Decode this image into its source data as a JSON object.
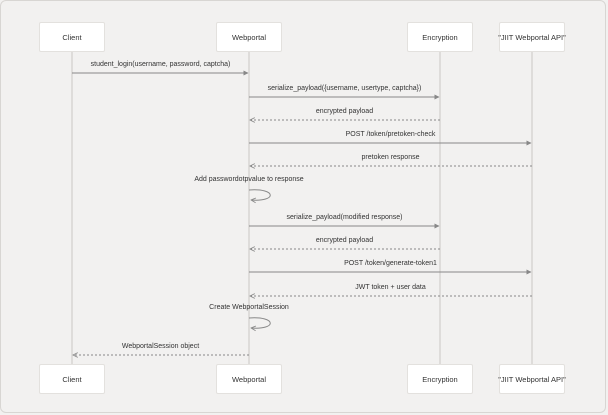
{
  "participants": [
    "Client",
    "Webportal",
    "Encryption",
    "\"JIIT Webportal API\""
  ],
  "colors": {
    "line": "#888888",
    "box_border": "#e3e1de",
    "background": "#f2f1f0",
    "text": "#333333"
  },
  "messages": [
    {
      "from": 0,
      "to": 1,
      "label": "student_login(username, password, captcha)",
      "style": "solid"
    },
    {
      "from": 1,
      "to": 2,
      "label": "serialize_payload({username, usertype, captcha})",
      "style": "solid"
    },
    {
      "from": 2,
      "to": 1,
      "label": "encrypted payload",
      "style": "dashed"
    },
    {
      "from": 1,
      "to": 3,
      "label": "POST /token/pretoken-check",
      "style": "solid"
    },
    {
      "from": 3,
      "to": 1,
      "label": "pretoken response",
      "style": "dashed"
    },
    {
      "from": 1,
      "to": 1,
      "label": "Add passwordotpvalue to response",
      "style": "self"
    },
    {
      "from": 1,
      "to": 2,
      "label": "serialize_payload(modified response)",
      "style": "solid"
    },
    {
      "from": 2,
      "to": 1,
      "label": "encrypted payload",
      "style": "dashed"
    },
    {
      "from": 1,
      "to": 3,
      "label": "POST /token/generate-token1",
      "style": "solid"
    },
    {
      "from": 3,
      "to": 1,
      "label": "JWT token + user data",
      "style": "dashed"
    },
    {
      "from": 1,
      "to": 1,
      "label": "Create WebportalSession",
      "style": "self"
    },
    {
      "from": 1,
      "to": 0,
      "label": "WebportalSession object",
      "style": "dashed"
    }
  ]
}
